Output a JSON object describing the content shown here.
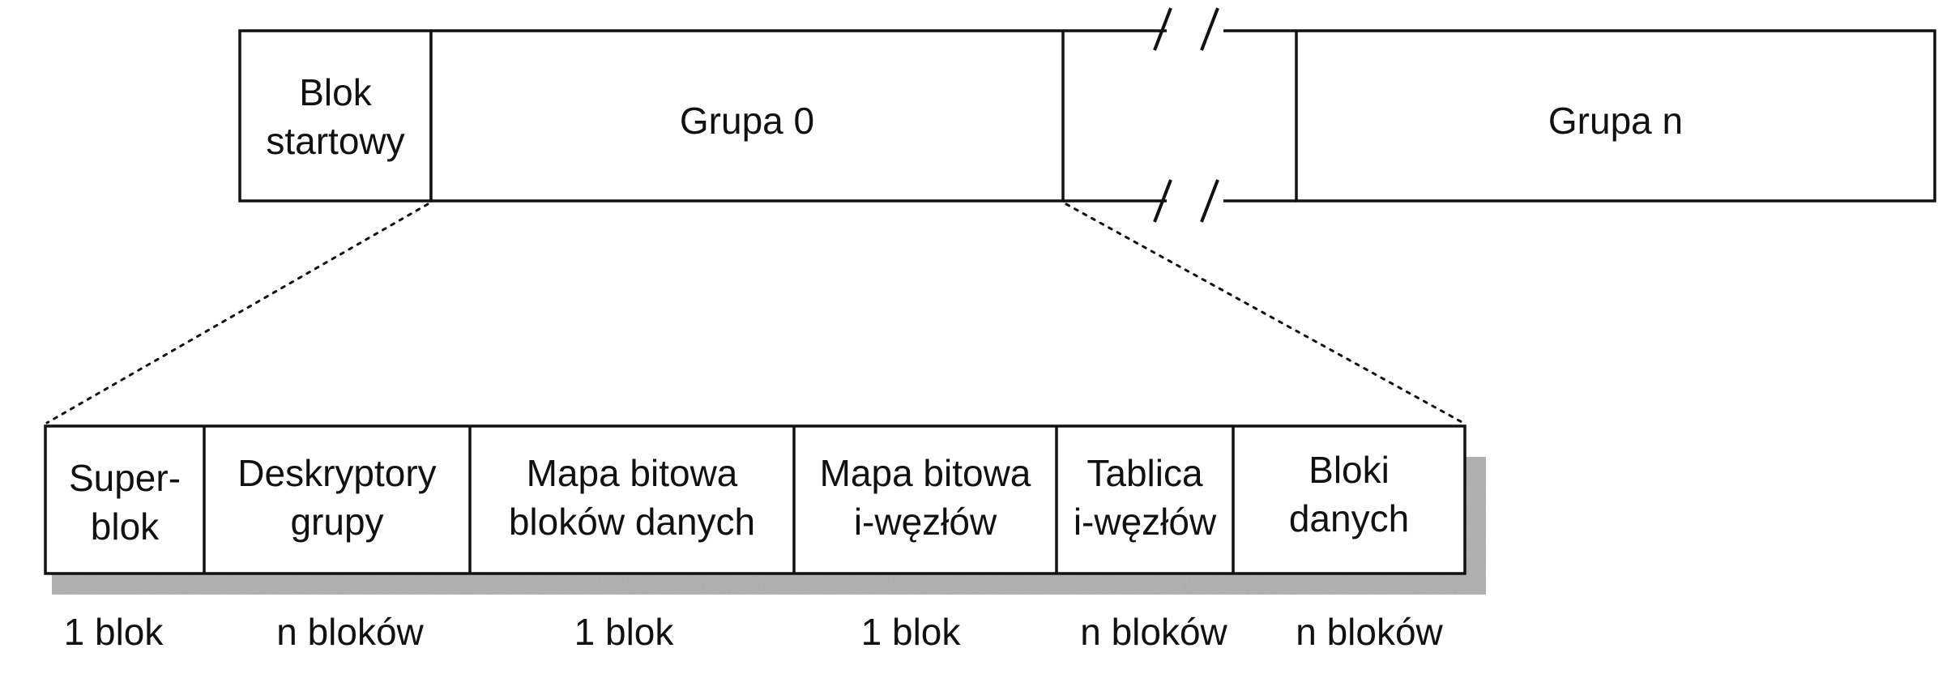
{
  "top_row": {
    "boot_block_line1": "Blok",
    "boot_block_line2": "startowy",
    "group0": "Grupa 0",
    "groupn": "Grupa n"
  },
  "group_detail": {
    "cells": [
      {
        "line1": "Super-",
        "line2": "blok",
        "size": "1 blok"
      },
      {
        "line1": "Deskryptory",
        "line2": "grupy",
        "size": "n bloków"
      },
      {
        "line1": "Mapa bitowa",
        "line2": "bloków danych",
        "size": "1 blok"
      },
      {
        "line1": "Mapa bitowa",
        "line2": "i-węzłów",
        "size": "1 blok"
      },
      {
        "line1": "Tablica",
        "line2": "i-węzłów",
        "size": "n bloków"
      },
      {
        "line1": "Bloki",
        "line2": "danych",
        "size": "n bloków"
      }
    ]
  }
}
